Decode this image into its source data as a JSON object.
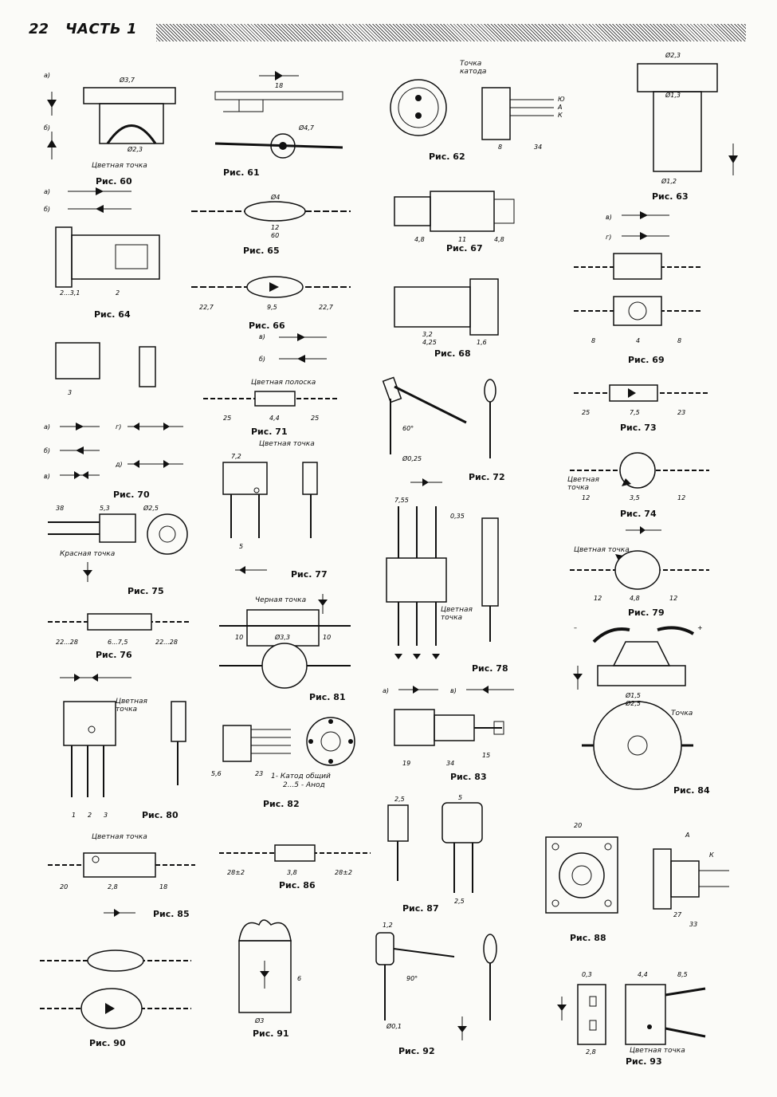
{
  "header": {
    "page_number": "22",
    "part_title": "ЧАСТЬ 1"
  },
  "captions": {
    "f60": "Рис. 60",
    "f61": "Рис. 61",
    "f62": "Рис. 62",
    "f63": "Рис. 63",
    "f64": "Рис. 64",
    "f65": "Рис. 65",
    "f66": "Рис. 66",
    "f67": "Рис. 67",
    "f68": "Рис. 68",
    "f69": "Рис. 69",
    "f70": "Рис. 70",
    "f71": "Рис. 71",
    "f72": "Рис. 72",
    "f73": "Рис. 73",
    "f74": "Рис. 74",
    "f75": "Рис. 75",
    "f76": "Рис. 76",
    "f77": "Рис. 77",
    "f78": "Рис. 78",
    "f79": "Рис. 79",
    "f80": "Рис. 80",
    "f81": "Рис. 81",
    "f82": "Рис. 82",
    "f83": "Рис. 83",
    "f84": "Рис. 84",
    "f85": "Рис. 85",
    "f86": "Рис. 86",
    "f87": "Рис. 87",
    "f88": "Рис. 88",
    "f90": "Рис. 90",
    "f91": "Рис. 91",
    "f92": "Рис. 92",
    "f93": "Рис. 93"
  },
  "labels": {
    "color_dot": "Цветная точка",
    "color_stripe": "Цветная полоска",
    "red_dot": "Красная точка",
    "black_dot": "Черная точка",
    "cathode_dot": "Точка катода",
    "dot": "Точка",
    "common_cathode": "1- Катод общий",
    "anodes": "2...5 - Анод"
  }
}
